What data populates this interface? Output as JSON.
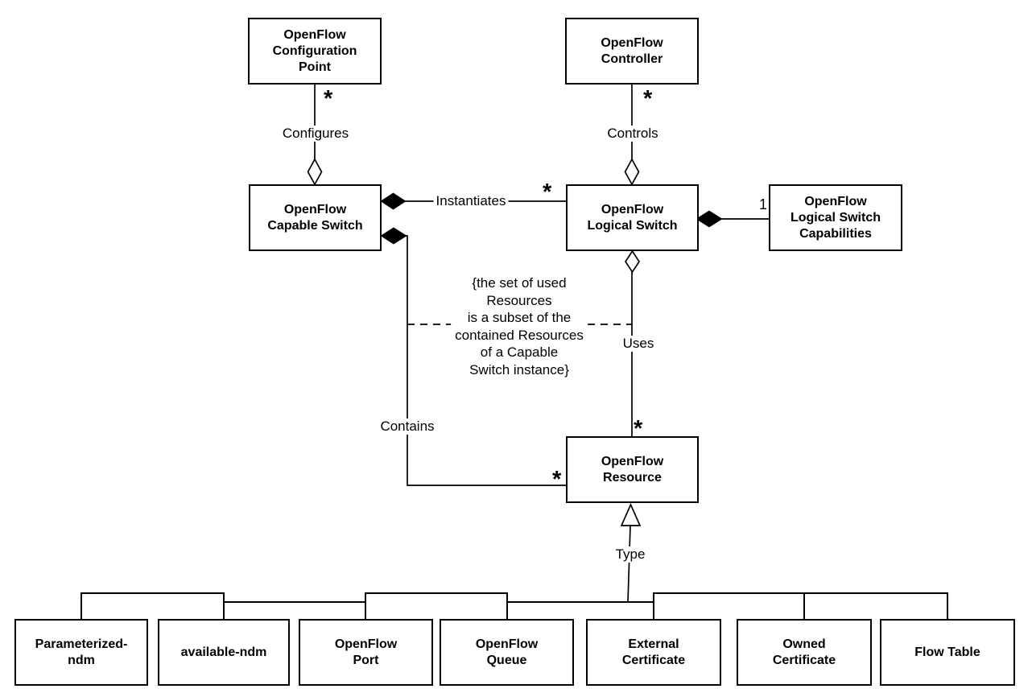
{
  "diagram": {
    "classes": {
      "configuration_point": "OpenFlow\nConfiguration\nPoint",
      "controller": "OpenFlow\nController",
      "capable_switch": "OpenFlow\nCapable Switch",
      "logical_switch": "OpenFlow\nLogical Switch",
      "logical_switch_capabilities": "OpenFlow\nLogical Switch\nCapabilities",
      "resource": "OpenFlow\nResource",
      "parameterized_ndm": "Parameterized-\nndm",
      "available_ndm": "available-ndm",
      "openflow_port": "OpenFlow\nPort",
      "openflow_queue": "OpenFlow\nQueue",
      "external_certificate": "External\nCertificate",
      "owned_certificate": "Owned\nCertificate",
      "flow_table": "Flow Table"
    },
    "associations": {
      "configures": {
        "label": "Configures",
        "multiplicity": "*"
      },
      "controls": {
        "label": "Controls",
        "multiplicity": "*"
      },
      "instantiates": {
        "label": "Instantiates",
        "multiplicity": "*"
      },
      "capabilities": {
        "multiplicity": "1"
      },
      "uses": {
        "label": "Uses",
        "multiplicity": "*"
      },
      "contains": {
        "label": "Contains",
        "multiplicity": "*"
      },
      "type": {
        "label": "Type"
      }
    },
    "constraint_note": "{the set of used\nResources\nis a subset of the\ncontained Resources\nof a Capable\nSwitch instance}",
    "colors": {
      "line": "#000000",
      "background": "#ffffff"
    }
  }
}
